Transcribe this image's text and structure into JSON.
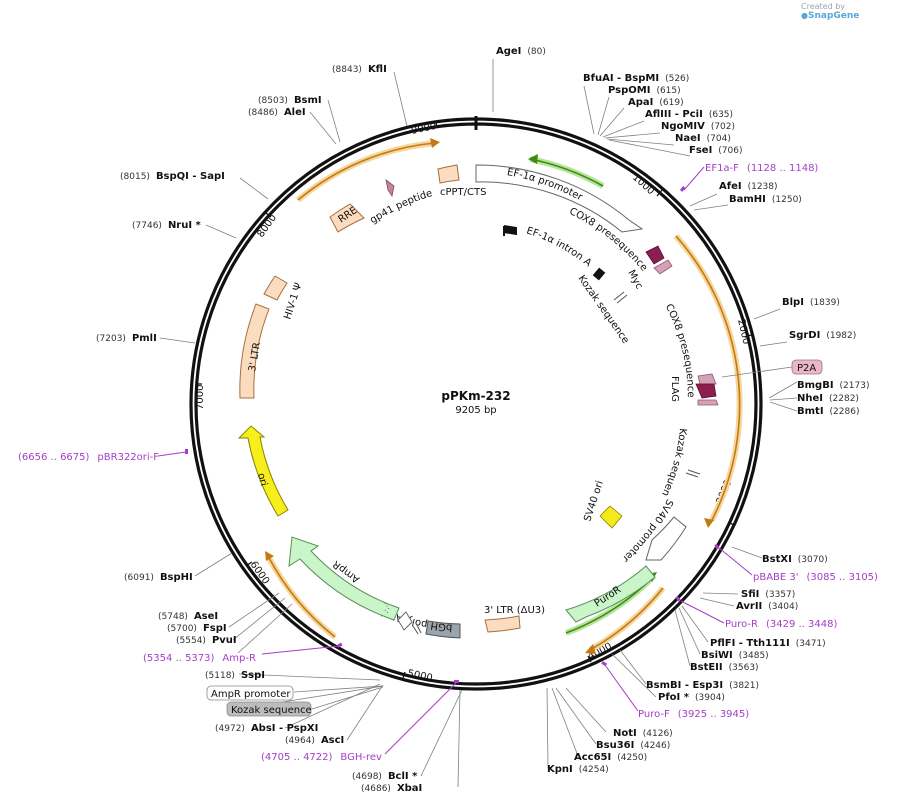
{
  "watermark": {
    "prefix": "Created by",
    "brand": "SnapGene"
  },
  "plasmid": {
    "name": "pPKm-232",
    "length_label": "9205 bp",
    "length": 9205
  },
  "ticks": [
    "1000",
    "2000",
    "3000",
    "4000",
    "5000",
    "6000",
    "7000",
    "8000",
    "9000"
  ],
  "enzymes": [
    {
      "name": "AgeI",
      "pos": "(80)",
      "star": false
    },
    {
      "name": "BfuAI - BspMI",
      "pos": "(526)",
      "star": false
    },
    {
      "name": "PspOMI",
      "pos": "(615)",
      "star": false
    },
    {
      "name": "ApaI",
      "pos": "(619)",
      "star": false
    },
    {
      "name": "AflIII - PciI",
      "pos": "(635)",
      "star": false
    },
    {
      "name": "NgoMIV",
      "pos": "(702)",
      "star": false
    },
    {
      "name": "NaeI",
      "pos": "(704)",
      "star": false
    },
    {
      "name": "FseI",
      "pos": "(706)",
      "star": false
    },
    {
      "name": "AfeI",
      "pos": "(1238)",
      "star": false
    },
    {
      "name": "BamHI",
      "pos": "(1250)",
      "star": false
    },
    {
      "name": "BlpI",
      "pos": "(1839)",
      "star": false
    },
    {
      "name": "SgrDI",
      "pos": "(1982)",
      "star": false
    },
    {
      "name": "BmgBI",
      "pos": "(2173)",
      "star": false
    },
    {
      "name": "NheI",
      "pos": "(2282)",
      "star": false
    },
    {
      "name": "BmtI",
      "pos": "(2286)",
      "star": false
    },
    {
      "name": "BstXI",
      "pos": "(3070)",
      "star": false
    },
    {
      "name": "SfiI",
      "pos": "(3357)",
      "star": false
    },
    {
      "name": "AvrII",
      "pos": "(3404)",
      "star": false
    },
    {
      "name": "PflFI - Tth111I",
      "pos": "(3471)",
      "star": false
    },
    {
      "name": "BsiWI",
      "pos": "(3485)",
      "star": false
    },
    {
      "name": "BstEII",
      "pos": "(3563)",
      "star": false
    },
    {
      "name": "BsmBI - Esp3I",
      "pos": "(3821)",
      "star": false
    },
    {
      "name": "PfoI",
      "pos": "(3904)",
      "star": true
    },
    {
      "name": "NotI",
      "pos": "(4126)",
      "star": false
    },
    {
      "name": "Bsu36I",
      "pos": "(4246)",
      "star": false
    },
    {
      "name": "Acc65I",
      "pos": "(4250)",
      "star": false
    },
    {
      "name": "KpnI",
      "pos": "(4254)",
      "star": false
    },
    {
      "name": "BclI",
      "pos": "(4698)",
      "star": true
    },
    {
      "name": "XbaI",
      "pos": "(4686)",
      "star": false
    },
    {
      "name": "AbsI - PspXI",
      "pos": "(4972)",
      "star": false
    },
    {
      "name": "AscI",
      "pos": "(4964)",
      "star": false
    },
    {
      "name": "SspI",
      "pos": "(5118)",
      "star": false
    },
    {
      "name": "PvuI",
      "pos": "(5554)",
      "star": false
    },
    {
      "name": "FspI",
      "pos": "(5700)",
      "star": false
    },
    {
      "name": "AseI",
      "pos": "(5748)",
      "star": false
    },
    {
      "name": "BspHI",
      "pos": "(6091)",
      "star": false
    },
    {
      "name": "PmlI",
      "pos": "(7203)",
      "star": false
    },
    {
      "name": "NruI",
      "pos": "(7746)",
      "star": true
    },
    {
      "name": "BspQI - SapI",
      "pos": "(8015)",
      "star": false
    },
    {
      "name": "AleI",
      "pos": "(8486)",
      "star": false
    },
    {
      "name": "BsmI",
      "pos": "(8503)",
      "star": false
    },
    {
      "name": "KflI",
      "pos": "(8843)",
      "star": false
    }
  ],
  "primers": [
    {
      "name": "EF1a-F",
      "range": "(1128 .. 1148)"
    },
    {
      "name": "pBABE 3'",
      "range": "(3085 .. 3105)"
    },
    {
      "name": "Puro-R",
      "range": "(3429 .. 3448)"
    },
    {
      "name": "Puro-F",
      "range": "(3925 .. 3945)"
    },
    {
      "name": "BGH-rev",
      "range": "(4705 .. 4722)"
    },
    {
      "name": "Amp-R",
      "range": "(5354 .. 5373)"
    },
    {
      "name": "pBR322ori-F",
      "range": "(6656 .. 6675)"
    }
  ],
  "features": [
    {
      "name": "EF-1α promoter"
    },
    {
      "name": "EF-1α intron A"
    },
    {
      "name": "COX8 presequence"
    },
    {
      "name": "Myc"
    },
    {
      "name": "Kozak sequence"
    },
    {
      "name": "COX8 presequence"
    },
    {
      "name": "FLAG"
    },
    {
      "name": "Kozak sequence"
    },
    {
      "name": "SV40 promoter"
    },
    {
      "name": "SV40 ori"
    },
    {
      "name": "PuroR"
    },
    {
      "name": "3' LTR (ΔU3)"
    },
    {
      "name": "bGH poly(A) signal"
    },
    {
      "name": "AmpR"
    },
    {
      "name": "ori"
    },
    {
      "name": "3' LTR"
    },
    {
      "name": "HIV-1 Ψ"
    },
    {
      "name": "RRE"
    },
    {
      "name": "gp41 peptide"
    },
    {
      "name": "cPPT/CTS"
    }
  ],
  "outside_labels": {
    "p2a": "P2A",
    "ampr_promoter": "AmpR promoter",
    "kozak": "Kozak sequence"
  },
  "colors": {
    "backbone": "#111111",
    "orf_arc": "#e9a23b",
    "primer": "#a63ec5",
    "green_arc": "#63b32e"
  }
}
